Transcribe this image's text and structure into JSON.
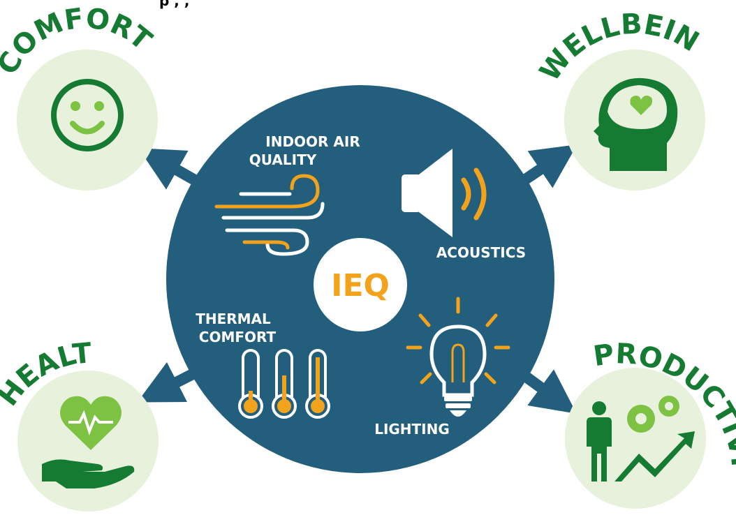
{
  "colors": {
    "hub": "#235f7d",
    "accent": "#f3a31b",
    "green_dark": "#157a32",
    "green_light": "#7dc242",
    "outcome_bg": "#e7f1dc",
    "arrow": "#235f7d"
  },
  "partial_top_text": "p , ,",
  "center_label": "IEQ",
  "factors": [
    {
      "label_lines": [
        "INDOOR AIR",
        "QUALITY"
      ],
      "icon": "wind-icon"
    },
    {
      "label_lines": [
        "ACOUSTICS"
      ],
      "icon": "speaker-icon"
    },
    {
      "label_lines": [
        "THERMAL",
        "COMFORT"
      ],
      "icon": "thermometers-icon"
    },
    {
      "label_lines": [
        "LIGHTING"
      ],
      "icon": "lightbulb-icon"
    }
  ],
  "outcomes": [
    {
      "label": "COMFORT",
      "icon": "smiley-face-icon"
    },
    {
      "label": "WELLBEING",
      "icon": "head-with-heart-icon"
    },
    {
      "label": "HEALTH",
      "icon": "heart-in-hand-icon"
    },
    {
      "label": "PRODUCTIVITY",
      "icon": "person-gears-growth-icon"
    }
  ]
}
